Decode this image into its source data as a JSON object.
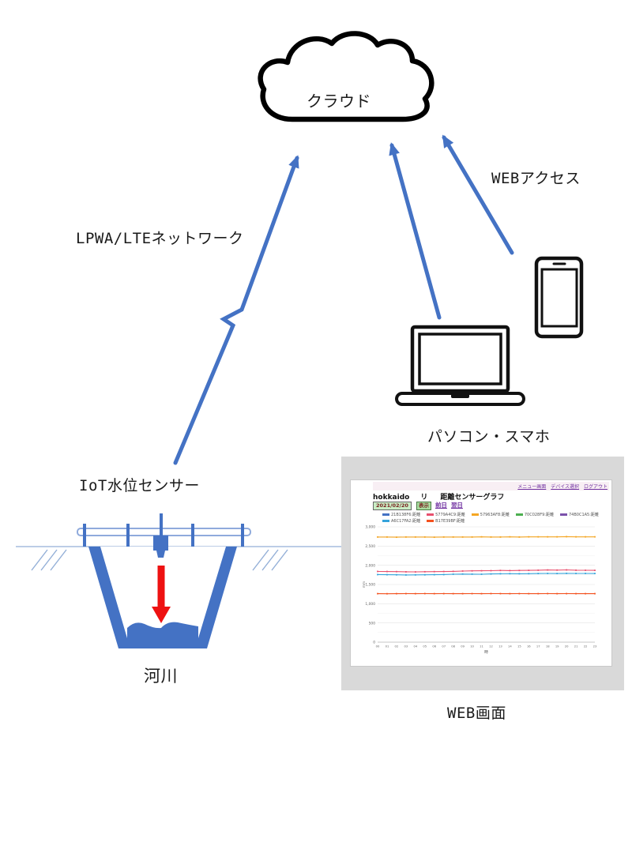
{
  "diagram": {
    "cloud_label": "クラウド",
    "lpwa_label": "LPWA/LTEネットワーク",
    "web_access_label": "WEBアクセス",
    "pc_sp_label": "パソコン・スマホ",
    "iot_sensor_label": "IoT水位センサー",
    "river_label": "河川",
    "web_screen_label": "WEB画面",
    "arrow_color": "#4472C4",
    "river_blue": "#4472C4",
    "light_blue": "#8FAADC",
    "red_arrow_color": "#EE1111"
  },
  "web_screen": {
    "nav_links": [
      "メニュー画面",
      "デバイス選択",
      "ログアウト"
    ],
    "site_logo": "hokkaido",
    "site_logo2": "リ",
    "page_title": "距離センサーグラフ",
    "date_value": "2021/02/20",
    "show_button": "表示",
    "prev_link": "前日",
    "next_link": "翌日"
  },
  "chart_data": {
    "type": "line",
    "title": "距離センサーグラフ",
    "xlabel": "時",
    "ylabel": "mm",
    "ylim": [
      0,
      3000
    ],
    "grid": true,
    "legend_position": "top",
    "x": [
      "00",
      "01",
      "02",
      "03",
      "04",
      "05",
      "06",
      "07",
      "08",
      "09",
      "10",
      "11",
      "12",
      "13",
      "14",
      "15",
      "16",
      "17",
      "18",
      "19",
      "20",
      "21",
      "22",
      "23"
    ],
    "yticks": [
      {
        "v": 0,
        "label": "0"
      },
      {
        "v": 500,
        "label": "500"
      },
      {
        "v": 1000,
        "label": "1,000"
      },
      {
        "v": 1500,
        "label": "1,500"
      },
      {
        "v": 2000,
        "label": "2,000"
      },
      {
        "v": 2500,
        "label": "2,500"
      },
      {
        "v": 3000,
        "label": "3,000"
      }
    ],
    "legend": [
      {
        "label": "21B138F6:距離",
        "color": "#4472C4"
      },
      {
        "label": "5779A4C9:距離",
        "color": "#E8506E"
      },
      {
        "label": "57963AF8:距離",
        "color": "#F5A623"
      },
      {
        "label": "70C028F9:距離",
        "color": "#4CAF50"
      },
      {
        "label": "74B0C1A5:距離",
        "color": "#7B52AB"
      },
      {
        "label": "A6C17FA2:距離",
        "color": "#35A3DB"
      },
      {
        "label": "B17E39BF:距離",
        "color": "#F4511E"
      }
    ],
    "series": [
      {
        "name": "57963AF8:距離",
        "color": "#F5A623",
        "values": [
          2735,
          2735,
          2730,
          2735,
          2735,
          2735,
          2730,
          2735,
          2735,
          2735,
          2735,
          2740,
          2735,
          2735,
          2740,
          2735,
          2740,
          2740,
          2740,
          2740,
          2745,
          2740,
          2740,
          2740
        ]
      },
      {
        "name": "5779A4C9:距離",
        "color": "#E8506E",
        "values": [
          1840,
          1838,
          1835,
          1830,
          1828,
          1832,
          1835,
          1838,
          1842,
          1850,
          1855,
          1858,
          1860,
          1865,
          1862,
          1865,
          1868,
          1872,
          1878,
          1875,
          1880,
          1872,
          1870,
          1868
        ]
      },
      {
        "name": "A6C17FA2:距離",
        "color": "#35A3DB",
        "values": [
          1758,
          1755,
          1752,
          1748,
          1750,
          1752,
          1755,
          1758,
          1768,
          1772,
          1770,
          1768,
          1775,
          1780,
          1782,
          1780,
          1782,
          1785,
          1788,
          1786,
          1790,
          1788,
          1788,
          1786
        ]
      },
      {
        "name": "B17E39BF:距離",
        "color": "#F4511E",
        "values": [
          1262,
          1260,
          1262,
          1263,
          1262,
          1264,
          1262,
          1263,
          1262,
          1262,
          1263,
          1262,
          1264,
          1263,
          1262,
          1263,
          1262,
          1262,
          1264,
          1262,
          1263,
          1262,
          1262,
          1262
        ]
      }
    ]
  }
}
